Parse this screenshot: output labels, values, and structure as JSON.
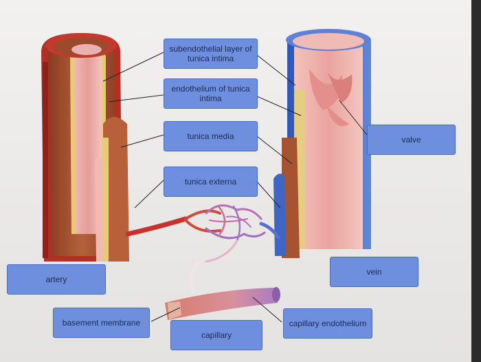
{
  "labels": {
    "subendothelial": "subendothelial layer of\ntunica intima",
    "endothelium": "endothelium of tunica\nintima",
    "tunica_media": "tunica media",
    "tunica_externa": "tunica externa",
    "valve": "valve",
    "artery": "artery",
    "vein": "vein",
    "basement_membrane": "basement membrane",
    "capillary": "capillary",
    "capillary_endothelium": "capillary endothelium"
  },
  "colors": {
    "label_fill": "#6d8fde",
    "label_border": "#4a6bbd",
    "artery_red": "#c9312b",
    "vein_blue": "#3f66c4",
    "media_brown": "#a5542f",
    "intima_pink": "#e9a8a6",
    "subendothelial_yellow": "#e8d27a"
  }
}
